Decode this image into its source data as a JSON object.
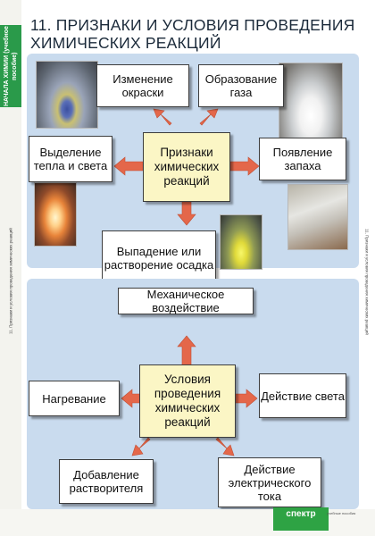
{
  "title": "11. ПРИЗНАКИ И УСЛОВИЯ ПРОВЕДЕНИЯ ХИМИЧЕСКИХ РЕАКЦИЙ",
  "sidebar": {
    "tab": "НАЧАЛА ХИМИИ (учебное пособие)",
    "side_text": "11. Признаки и условия проведения химических реакций"
  },
  "signs": {
    "center": "Признаки химических реакций",
    "color_change": "Изменение окраски",
    "gas_formation": "Образование газа",
    "heat_light": "Выделение тепла и света",
    "smell": "Появление запаха",
    "precipitate": "Выпадение или растворение осадка"
  },
  "conditions": {
    "center": "Условия проведения химических реакций",
    "mechanical": "Механическое воздействие",
    "heating": "Нагревание",
    "light": "Действие света",
    "solvent": "Добавление растворителя",
    "electric": "Действие электрического тока"
  },
  "footer": {
    "logo": "спектр",
    "sub": "учебные пособия"
  },
  "colors": {
    "panel": "#c9dbee",
    "arrow": "#e4674a",
    "center_box": "#fbf6c5",
    "accent_green": "#2a9a4a"
  }
}
